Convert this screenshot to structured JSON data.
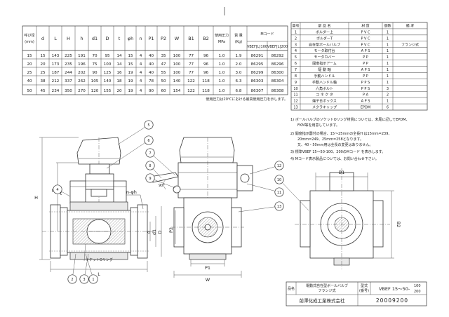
{
  "dims_table": {
    "header": {
      "size_mm": [
        "呼び径",
        "(mm)"
      ],
      "cols": [
        "d",
        "L",
        "H",
        "h",
        "d1",
        "D",
        "t",
        "φh",
        "n",
        "P1",
        "P2",
        "W",
        "B1",
        "B2"
      ],
      "pressure": [
        "使用圧力",
        "MPa"
      ],
      "mass": [
        "質 量",
        "(Kg)"
      ],
      "mcode_title": "Mコード",
      "mcode_cols": [
        "VBEF[L]100",
        "VBEF[L]200"
      ]
    },
    "rows": [
      [
        "15",
        "15",
        "143",
        "225",
        "191",
        "70",
        "95",
        "14",
        "15",
        "4",
        "40",
        "35",
        "100",
        "77",
        "96",
        "1.0",
        "1.9",
        "86291",
        "86292"
      ],
      [
        "20",
        "20",
        "173",
        "235",
        "196",
        "75",
        "100",
        "14",
        "15",
        "4",
        "40",
        "47",
        "100",
        "77",
        "96",
        "1.0",
        "2.0",
        "86295",
        "86296"
      ],
      [
        "25",
        "25",
        "187",
        "244",
        "202",
        "90",
        "125",
        "16",
        "19",
        "4",
        "40",
        "55",
        "100",
        "77",
        "96",
        "1.0",
        "3.0",
        "86299",
        "86300"
      ],
      [
        "40",
        "38",
        "212",
        "337",
        "262",
        "105",
        "140",
        "18",
        "19",
        "4",
        "78",
        "50",
        "140",
        "122",
        "118",
        "1.0",
        "6.3",
        "86303",
        "86304"
      ],
      [
        "50",
        "45",
        "234",
        "350",
        "270",
        "120",
        "155",
        "20",
        "19",
        "4",
        "90",
        "60",
        "154",
        "122",
        "118",
        "1.0",
        "6.8",
        "86307",
        "86308"
      ]
    ],
    "footnote": "使用圧力は20℃における最高使用圧力を示します。"
  },
  "parts_table": {
    "header": [
      "番号",
      "部 品 名",
      "材 質",
      "個数",
      "備 考"
    ],
    "rows": [
      [
        "1",
        "ボルダー上",
        "P V C",
        "1",
        ""
      ],
      [
        "2",
        "ボルダーT",
        "P V C",
        "1",
        ""
      ],
      [
        "3",
        "自在型ボールバルブ",
        "P V C",
        "1",
        "フランジ式"
      ],
      [
        "4",
        "モータ取付台",
        "A P S",
        "1",
        ""
      ],
      [
        "5",
        "モータカバー",
        "P P",
        "1",
        ""
      ],
      [
        "6",
        "開度指示アーム",
        "P P",
        "1",
        ""
      ],
      [
        "7",
        "駆 動 軸",
        "A P S",
        "1",
        ""
      ],
      [
        "8",
        "手動ハンドル",
        "P P",
        "1",
        ""
      ],
      [
        "9",
        "手動ハンドル軸",
        "P P S",
        "1",
        ""
      ],
      [
        "10",
        "六角ボルト",
        "P P S",
        "3",
        ""
      ],
      [
        "11",
        "コ ネ ク タ",
        "P A",
        "2",
        ""
      ],
      [
        "12",
        "端子台ボックス",
        "A P S",
        "1",
        ""
      ],
      [
        "13",
        "メクラキャップ",
        "EPDM",
        "6",
        ""
      ]
    ]
  },
  "notes": [
    "1) ボールバルブのソケットOリング材質については、末尾に記してEPDM、",
    "FKM等を用意しています。",
    "2) 開度指示器付の場合、15～25mmの全長H は15mm=239、",
    "20mm=249、25mm=258となります。",
    "又、40・50mm用は全長の変更はありません。",
    "3) 標準VBEF 15～50-100、200のMコード を表示します。",
    "4) Mコード表示製品については、お問い合わせ下さい。"
  ],
  "drawing_labels": {
    "H": "H",
    "h": "h",
    "t": "t",
    "nphih": "n-φh",
    "d": "d",
    "d1": "d1",
    "D": "D",
    "L": "L",
    "P1": "P1",
    "P2": "P2",
    "W": "W",
    "B1": "B1",
    "B2": "B2",
    "oring": "ソケットOリング",
    "angle": "90°",
    "balloons": [
      "1",
      "2",
      "3",
      "4",
      "5",
      "6",
      "7",
      "8",
      "9",
      "10",
      "11",
      "12",
      "13"
    ]
  },
  "title_block": {
    "label_name": "品名",
    "name_line1": "電動式自在型ボールバルブ",
    "name_line2": "フランジ式",
    "label_model": "型式",
    "label_model_sub": "(番号)",
    "model": "VBEF 15～50-",
    "model_suffix_top": "100",
    "model_suffix_bottom": "200",
    "company": "前澤化成工業株式会社",
    "drawing_no": "20009200"
  }
}
